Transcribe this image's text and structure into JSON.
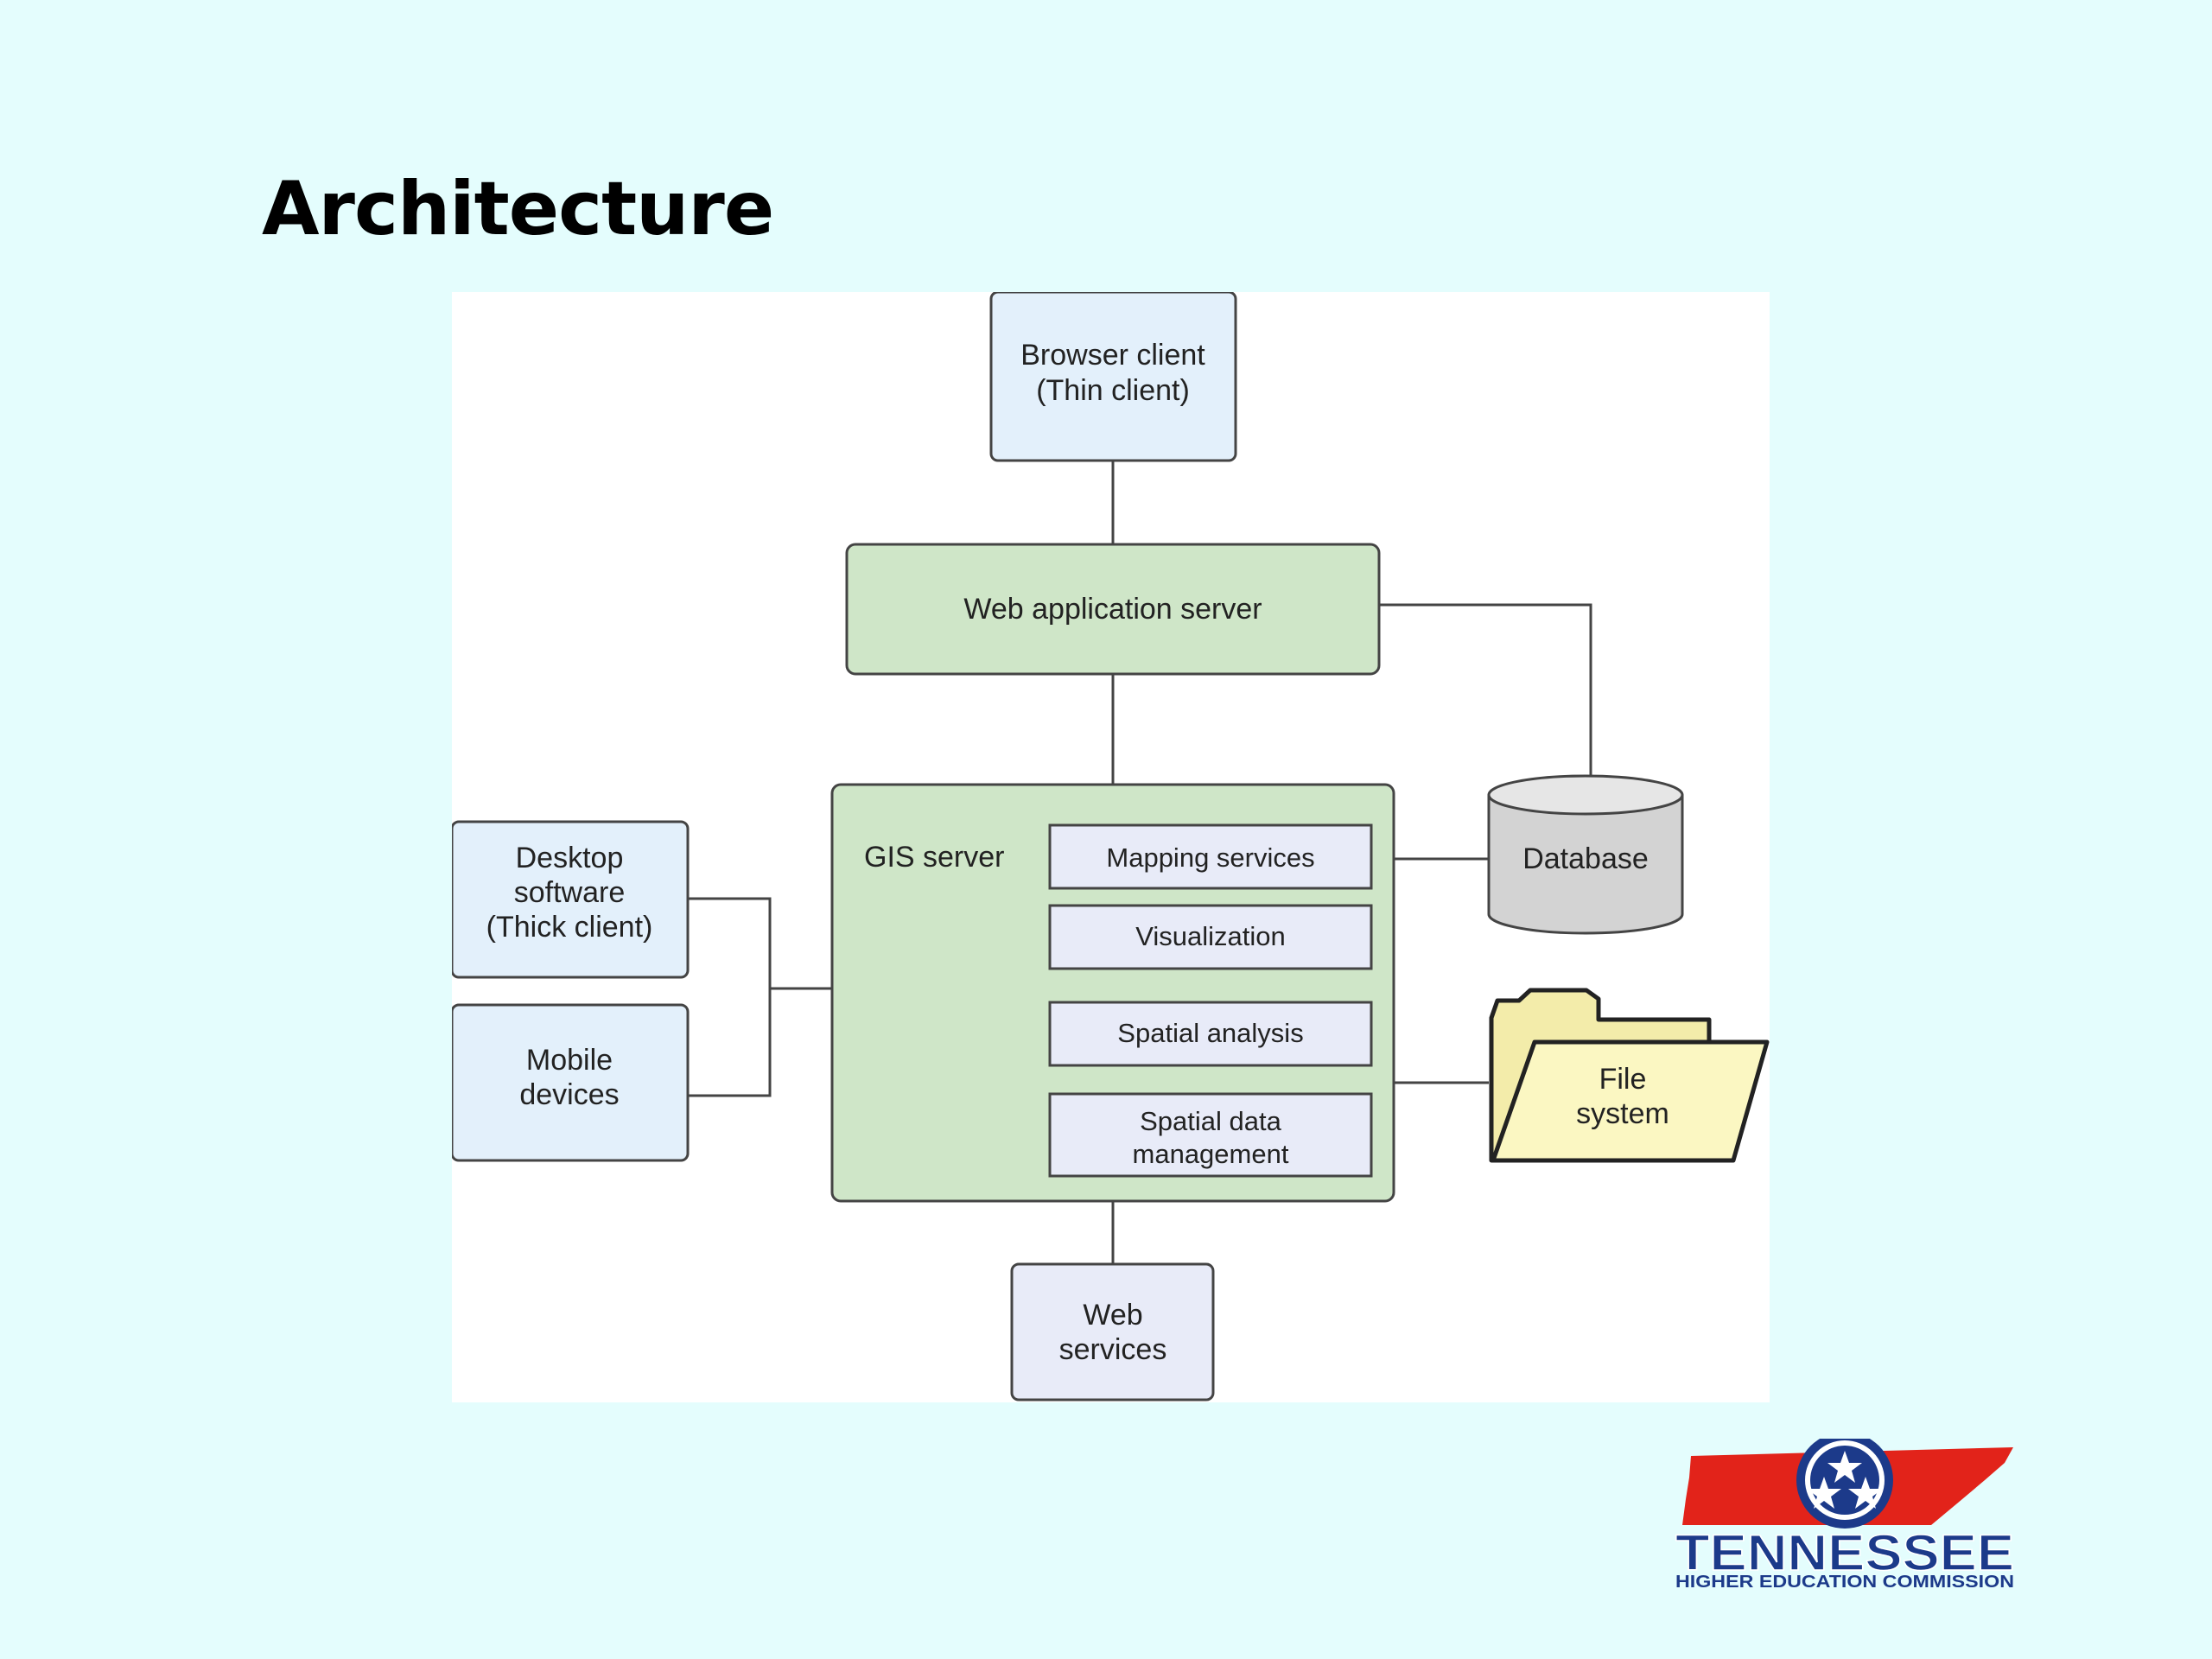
{
  "slide": {
    "title": "Architecture"
  },
  "diagram": {
    "browser_client": [
      "Browser client",
      "(Thin client)"
    ],
    "web_app_server": "Web application server",
    "gis_server": "GIS server",
    "mapping_services": "Mapping services",
    "visualization": "Visualization",
    "spatial_analysis": "Spatial analysis",
    "spatial_data_management": [
      "Spatial data",
      "management"
    ],
    "desktop_software": [
      "Desktop",
      "software",
      "(Thick client)"
    ],
    "mobile_devices": [
      "Mobile",
      "devices"
    ],
    "database": "Database",
    "file_system": [
      "File",
      "system"
    ],
    "web_services": [
      "Web",
      "services"
    ]
  },
  "logo": {
    "name": "TENNESSEE",
    "subtitle": "HIGHER EDUCATION COMMISSION"
  },
  "colors": {
    "background": "#e4fdfd",
    "client_fill": "#e3f0fb",
    "server_fill": "#cfe6c8",
    "service_fill": "#e8ebf8",
    "database_fill": "#d3d3d3",
    "folder_fill": "#fbf7c2",
    "logo_red": "#e2231a",
    "logo_blue": "#1c3a8a"
  }
}
